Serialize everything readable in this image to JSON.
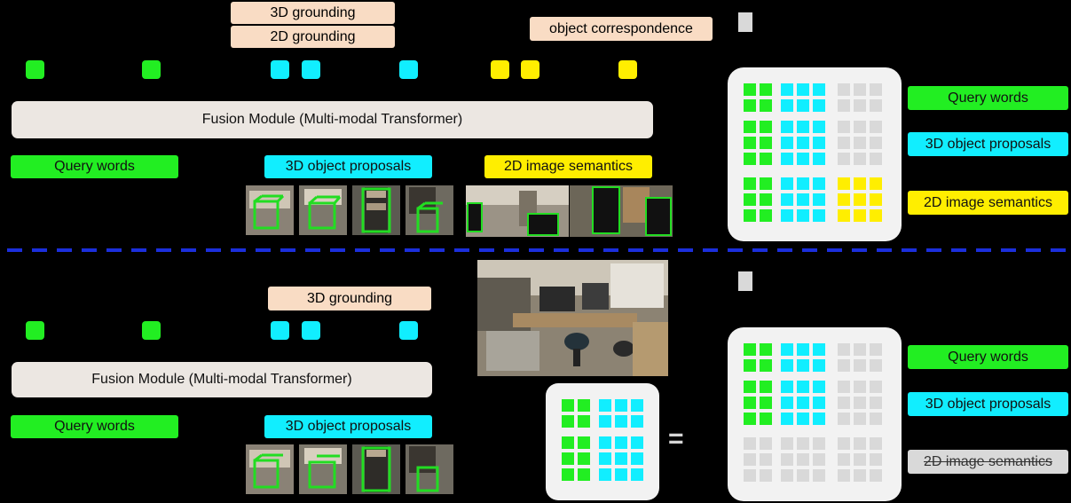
{
  "colors": {
    "query": "#22ee22",
    "proposal": "#11eeff",
    "semantic": "#ffee00",
    "masked": "#d9d9d9",
    "tag_bg": "#f9dcc4",
    "fusion_bg": "#ece7e2",
    "divider": "#1b2fdc"
  },
  "top": {
    "tags": {
      "grounding3d": "3D grounding",
      "grounding2d": "2D grounding",
      "correspondence": "object correspondence"
    },
    "fusion_label": "Fusion Module (Multi-modal Transformer)",
    "inputs": {
      "query": "Query words",
      "proposals": "3D object proposals",
      "semantics": "2D image semantics"
    },
    "legend": {
      "query": "Query words",
      "proposals": "3D object proposals",
      "semantics": "2D image semantics"
    }
  },
  "bottom": {
    "tags": {
      "grounding3d": "3D grounding"
    },
    "fusion_label": "Fusion Module (Multi-modal Transformer)",
    "inputs": {
      "query": "Query words",
      "proposals": "3D object proposals"
    },
    "equals": "=",
    "legend": {
      "query": "Query words",
      "proposals": "3D object proposals",
      "semantics": "2D image semantics"
    }
  },
  "icons": {
    "tokens": "token-square-icon",
    "thumbnails": "object-proposal-thumbnail-icon",
    "scene": "office-scene-image"
  }
}
